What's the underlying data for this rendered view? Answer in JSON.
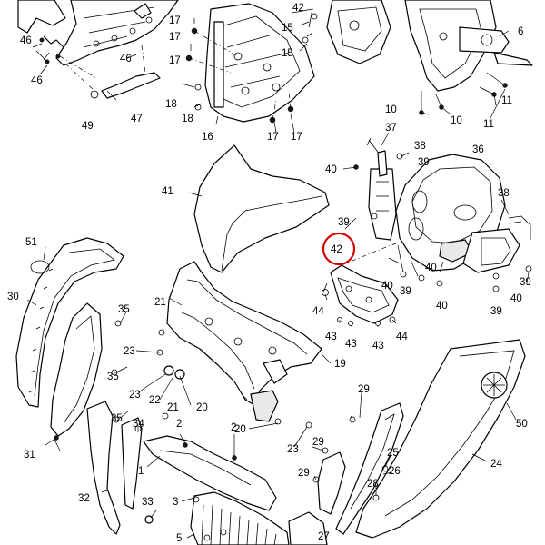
{
  "diagram": {
    "highlight_part": "42",
    "highlight_color": "#d40000",
    "line_color": "#000000",
    "labels": [
      {
        "id": "46a",
        "text": "46"
      },
      {
        "id": "46b",
        "text": "46"
      },
      {
        "id": "46c",
        "text": "46"
      },
      {
        "id": "49",
        "text": "49"
      },
      {
        "id": "47",
        "text": "47"
      },
      {
        "id": "17a",
        "text": "17"
      },
      {
        "id": "17b",
        "text": "17"
      },
      {
        "id": "17c",
        "text": "17"
      },
      {
        "id": "17d",
        "text": "17"
      },
      {
        "id": "17e",
        "text": "17"
      },
      {
        "id": "18a",
        "text": "18"
      },
      {
        "id": "18b",
        "text": "18"
      },
      {
        "id": "16",
        "text": "16"
      },
      {
        "id": "15a",
        "text": "15"
      },
      {
        "id": "15b",
        "text": "15"
      },
      {
        "id": "42top",
        "text": "42"
      },
      {
        "id": "6",
        "text": "6"
      },
      {
        "id": "10a",
        "text": "10"
      },
      {
        "id": "10b",
        "text": "10"
      },
      {
        "id": "11a",
        "text": "11"
      },
      {
        "id": "11b",
        "text": "11"
      },
      {
        "id": "37",
        "text": "37"
      },
      {
        "id": "38a",
        "text": "38"
      },
      {
        "id": "38b",
        "text": "38"
      },
      {
        "id": "36",
        "text": "36"
      },
      {
        "id": "40a",
        "text": "40"
      },
      {
        "id": "40b",
        "text": "40"
      },
      {
        "id": "40c",
        "text": "40"
      },
      {
        "id": "40d",
        "text": "40"
      },
      {
        "id": "40e",
        "text": "40"
      },
      {
        "id": "39a",
        "text": "39"
      },
      {
        "id": "39b",
        "text": "39"
      },
      {
        "id": "39c",
        "text": "39"
      },
      {
        "id": "39d",
        "text": "39"
      },
      {
        "id": "39e",
        "text": "39"
      },
      {
        "id": "41",
        "text": "41"
      },
      {
        "id": "42",
        "text": "42"
      },
      {
        "id": "44a",
        "text": "44"
      },
      {
        "id": "44b",
        "text": "44"
      },
      {
        "id": "43a",
        "text": "43"
      },
      {
        "id": "43b",
        "text": "43"
      },
      {
        "id": "43c",
        "text": "43"
      },
      {
        "id": "51",
        "text": "51"
      },
      {
        "id": "30",
        "text": "30"
      },
      {
        "id": "21a",
        "text": "21"
      },
      {
        "id": "21b",
        "text": "21"
      },
      {
        "id": "35a",
        "text": "35"
      },
      {
        "id": "35b",
        "text": "35"
      },
      {
        "id": "35c",
        "text": "35"
      },
      {
        "id": "23a",
        "text": "23"
      },
      {
        "id": "23b",
        "text": "23"
      },
      {
        "id": "23c",
        "text": "23"
      },
      {
        "id": "22",
        "text": "22"
      },
      {
        "id": "20a",
        "text": "20"
      },
      {
        "id": "20b",
        "text": "20"
      },
      {
        "id": "19",
        "text": "19"
      },
      {
        "id": "34",
        "text": "34"
      },
      {
        "id": "31",
        "text": "31"
      },
      {
        "id": "2a",
        "text": "2"
      },
      {
        "id": "2b",
        "text": "2"
      },
      {
        "id": "1",
        "text": "1"
      },
      {
        "id": "3",
        "text": "3"
      },
      {
        "id": "32",
        "text": "32"
      },
      {
        "id": "33",
        "text": "33"
      },
      {
        "id": "5",
        "text": "5"
      },
      {
        "id": "29a",
        "text": "29"
      },
      {
        "id": "29b",
        "text": "29"
      },
      {
        "id": "29c",
        "text": "29"
      },
      {
        "id": "25",
        "text": "25"
      },
      {
        "id": "26",
        "text": "26"
      },
      {
        "id": "28",
        "text": "28"
      },
      {
        "id": "27",
        "text": "27"
      },
      {
        "id": "24",
        "text": "24"
      },
      {
        "id": "50",
        "text": "50"
      }
    ]
  }
}
